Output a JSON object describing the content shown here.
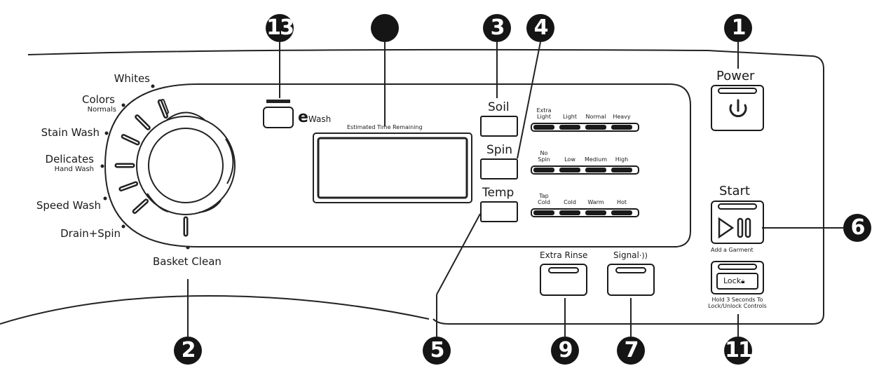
{
  "cycles": [
    {
      "label": "Whites",
      "sub": ""
    },
    {
      "label": "Colors",
      "sub": "Normals"
    },
    {
      "label": "Stain Wash",
      "sub": ""
    },
    {
      "label": "Delicates",
      "sub": "Hand Wash"
    },
    {
      "label": "Speed Wash",
      "sub": ""
    },
    {
      "label": "Drain+Spin",
      "sub": ""
    },
    {
      "label": "Basket Clean",
      "sub": ""
    }
  ],
  "ewash": {
    "e": "e",
    "label": "Wash"
  },
  "display": {
    "caption": "Estimated Time Remaining"
  },
  "options": {
    "soil": {
      "label": "Soil",
      "levels": [
        [
          "Extra",
          "Light"
        ],
        [
          "Light"
        ],
        [
          "Normal"
        ],
        [
          "Heavy"
        ]
      ]
    },
    "spin": {
      "label": "Spin",
      "levels": [
        [
          "No",
          "Spin"
        ],
        [
          "Low"
        ],
        [
          "Medium"
        ],
        [
          "High"
        ]
      ]
    },
    "temp": {
      "label": "Temp",
      "levels": [
        [
          "Tap",
          "Cold"
        ],
        [
          "Cold"
        ],
        [
          "Warm"
        ],
        [
          "Hot"
        ]
      ]
    }
  },
  "buttons": {
    "power": "Power",
    "start": "Start",
    "start_sub": "Add a Garment",
    "lock": "Lock",
    "lock_sub1": "Hold 3 Seconds To",
    "lock_sub2": "Lock/Unlock Controls",
    "extra_rinse": "Extra Rinse",
    "signal": "Signal"
  },
  "callouts": [
    "13",
    "",
    "3",
    "4",
    "1",
    "6",
    "2",
    "5",
    "9",
    "7",
    "11"
  ]
}
